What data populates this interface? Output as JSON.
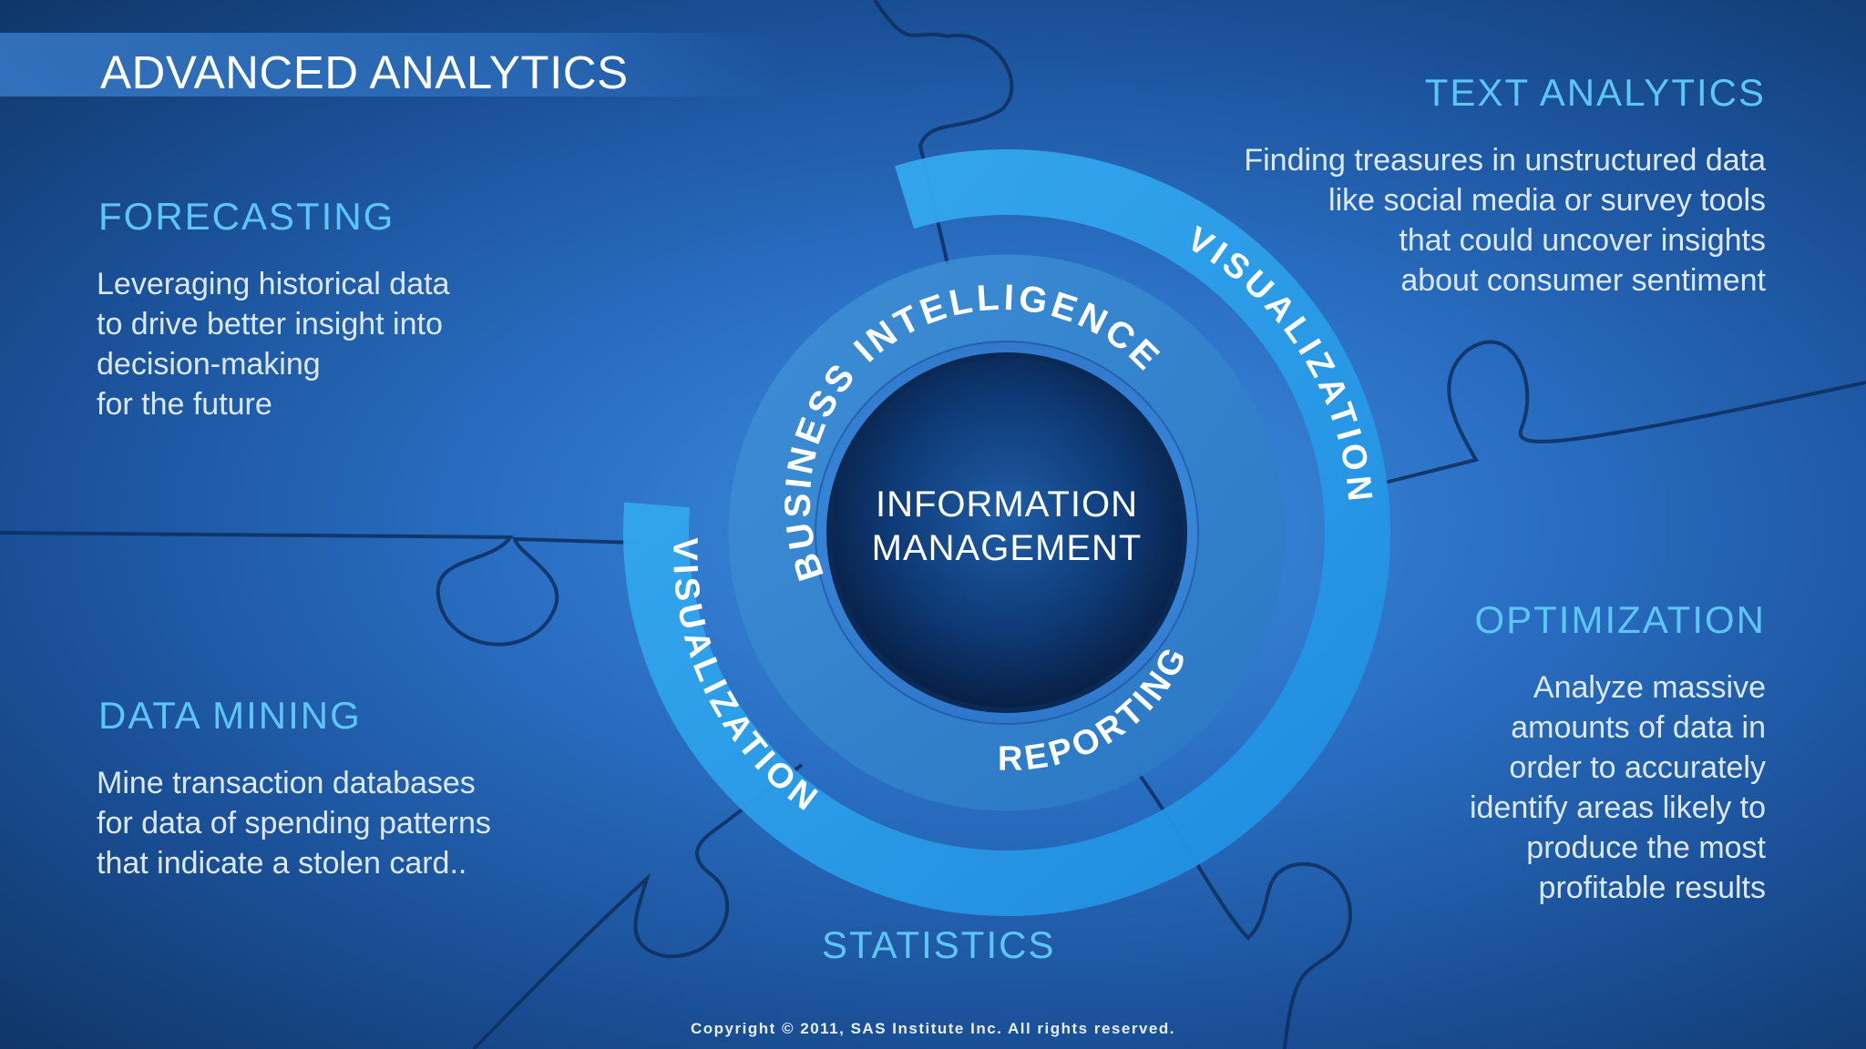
{
  "title": "ADVANCED ANALYTICS",
  "forecasting": {
    "heading": "FORECASTING",
    "lines": [
      "Leveraging historical data",
      "to drive better insight into",
      "decision-making",
      "for the future"
    ]
  },
  "text_analytics": {
    "heading": "TEXT ANALYTICS",
    "lines": [
      "Finding treasures in unstructured data",
      "like social media or survey tools",
      "that could uncover insights",
      "about consumer sentiment"
    ]
  },
  "data_mining": {
    "heading": "DATA MINING",
    "lines": [
      "Mine transaction databases",
      "for data of spending patterns",
      "that indicate a stolen card.."
    ]
  },
  "optimization": {
    "heading": "OPTIMIZATION",
    "lines": [
      "Analyze massive",
      "amounts of data in",
      "order to accurately",
      "identify areas likely to",
      "produce the most",
      "profitable results"
    ]
  },
  "statistics": {
    "heading": "STATISTICS"
  },
  "center": {
    "lines": [
      "INFORMATION",
      "MANAGEMENT"
    ]
  },
  "ring_labels": {
    "business_intelligence": "BUSINESS INTELLIGENCE",
    "visualization_right": "VISUALIZATION",
    "visualization_left": "VISUALIZATION",
    "reporting": "REPORTING"
  },
  "copyright": "Copyright © 2011, SAS Institute Inc. All rights reserved.",
  "colors": {
    "accent_heading": "#5ec6f7",
    "body_text": "#dbe8f6",
    "ring_outer": "#2fa0ec",
    "ring_inner": "#4aa0e0",
    "core": "#0b2f62"
  }
}
